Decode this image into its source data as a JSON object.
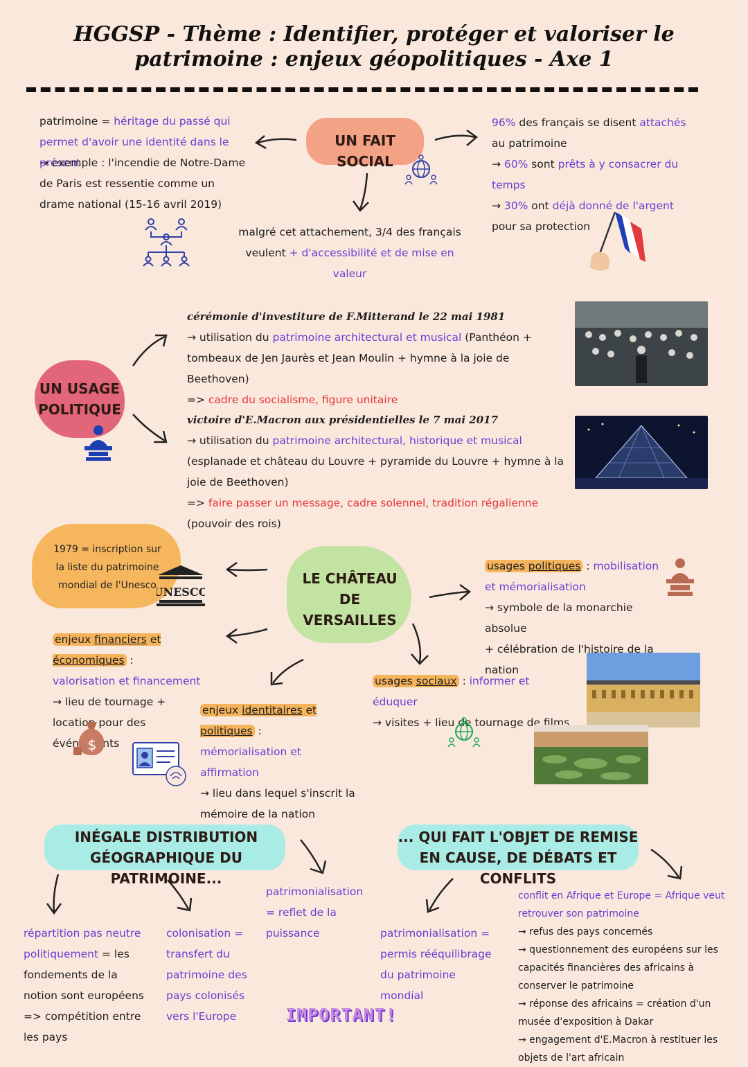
{
  "title": "HGGSP - Thème : Identifier, protéger et valoriser le patrimoine : enjeux géopolitiques - Axe 1",
  "fait_social": {
    "label": "UN FAIT SOCIAL",
    "left_def_a": "patrimoine = ",
    "left_def_b": "héritage du passé qui permet d'avoir une identité dans le présent",
    "left_example": "→ exemple : l'incendie de Notre-Dame de Paris est ressentie comme un drame national (15-16 avril 2019)",
    "bottom_a": "malgré cet attachement, 3/4 des français",
    "bottom_b": "veulent",
    "bottom_c": "+ d'accessibilité et de mise en valeur",
    "right_1a": "96%",
    "right_1b": " des français se disent ",
    "right_1c": "attachés",
    "right_1d": " au patrimoine",
    "right_2a": "→ ",
    "right_2b": "60%",
    "right_2c": " sont ",
    "right_2d": "prêts à y consacrer du temps",
    "right_3b": "30%",
    "right_3c": " ont ",
    "right_3d": "déjà donné de l'argent",
    "right_3e": " pour sa protection"
  },
  "usage_politique": {
    "label": "UN USAGE POLITIQUE",
    "e1_title": "cérémonie d'investiture de F.Mitterand le 22 mai 1981",
    "e1_l1a": "→ utilisation du ",
    "e1_l1b": "patrimoine architectural et musical",
    "e1_l1c": " (Panthéon + tombeaux de Jen Jaurès et Jean Moulin + hymne à la joie de Beethoven)",
    "e1_l3a": "=> ",
    "e1_l3b": "cadre du socialisme, figure unitaire",
    "e2_title": "victoire d'E.Macron aux présidentielles le 7 mai 2017",
    "e2_l1a": "→ utilisation du ",
    "e2_l1b": "patrimoine architectural, historique et musical",
    "e2_l1c": " (esplanade et château du Louvre + pyramide du Louvre + hymne à la joie de Beethoven)",
    "e2_l3a": "=> ",
    "e2_l3b": "faire passer un message, cadre solennel, tradition régalienne",
    "e2_l3c": " (pouvoir des rois)"
  },
  "versailles": {
    "label": "LE CHÂTEAU DE VERSAILLES",
    "unesco_text": "1979 = inscription sur la liste du patrimoine mondial de l'Unesco",
    "unesco_logo": "UNESCO",
    "fin_title_a": "enjeux ",
    "fin_title_b": "financiers",
    "fin_title_c": " et ",
    "fin_title_d": "économiques",
    "fin_title_e": " :",
    "fin_sub": "valorisation et financement",
    "fin_body": "→ lieu de tournage + location pour des événements",
    "id_title_a": "enjeux ",
    "id_title_b": "identitaires",
    "id_title_c": " et ",
    "id_title_d": "politiques",
    "id_title_e": " :",
    "id_sub": "mémorialisation et affirmation",
    "id_body": "→ lieu dans lequel s'inscrit la mémoire de la nation",
    "soc_title_a": "usages ",
    "soc_title_b": "sociaux",
    "soc_title_c": " : ",
    "soc_sub": "informer et éduquer",
    "soc_body": "→ visites + lieu de tournage de films",
    "pol_title_a": "usages ",
    "pol_title_b": "politiques",
    "pol_title_c": " : ",
    "pol_sub": "mobilisation et mémorialisation",
    "pol_body1": "→ symbole de la monarchie absolue",
    "pol_body2": "+ célébration de l'histoire de la nation"
  },
  "distribution": {
    "label": "INÉGALE DISTRIBUTION GÉOGRAPHIQUE DU PATRIMOINE...",
    "c1a": "répartition pas neutre politiquement",
    "c1b": " = les fondements de la notion sont européens => compétition entre les pays",
    "c2": "colonisation = transfert du patrimoine des pays colonisés vers l'Europe",
    "c3": "patrimonialisation = reflet de la puissance",
    "sticker": "IMPORTANT!"
  },
  "remise": {
    "label": "... QUI FAIT L'OBJET DE REMISE EN CAUSE, DE DÉBATS ET CONFLITS",
    "c1": "patrimonialisation = permis rééquilibrage du patrimoine mondial",
    "c2_title": "conflit en Afrique et Europe = Afrique veut retrouver son patrimoine",
    "c2_b1": "→ refus des pays concernés",
    "c2_b2": "→ questionnement des européens sur les capacités financières des africains à conserver le patrimoine",
    "c2_b3": "→ réponse des africains = création d'un musée d'exposition à Dakar",
    "c2_b4": "→ engagement d'E.Macron à restituer les objets de l'art africain"
  },
  "colors": {
    "background": "#fbe8dc",
    "salmon": "#f4a285",
    "pink": "#e2657a",
    "orange": "#f6b65e",
    "green": "#c2e3a1",
    "cyan": "#a9ece6",
    "purple": "#6a3bd4",
    "red": "#e5343c"
  },
  "icons": [
    "network-people-icon",
    "hierarchy-icon",
    "flag-hand-icon",
    "speaker-podium-icon",
    "unesco-temple-icon",
    "money-bag-icon",
    "id-card-icon",
    "photo-crowd",
    "photo-louvre",
    "photo-versailles-front",
    "photo-versailles-gardens"
  ]
}
